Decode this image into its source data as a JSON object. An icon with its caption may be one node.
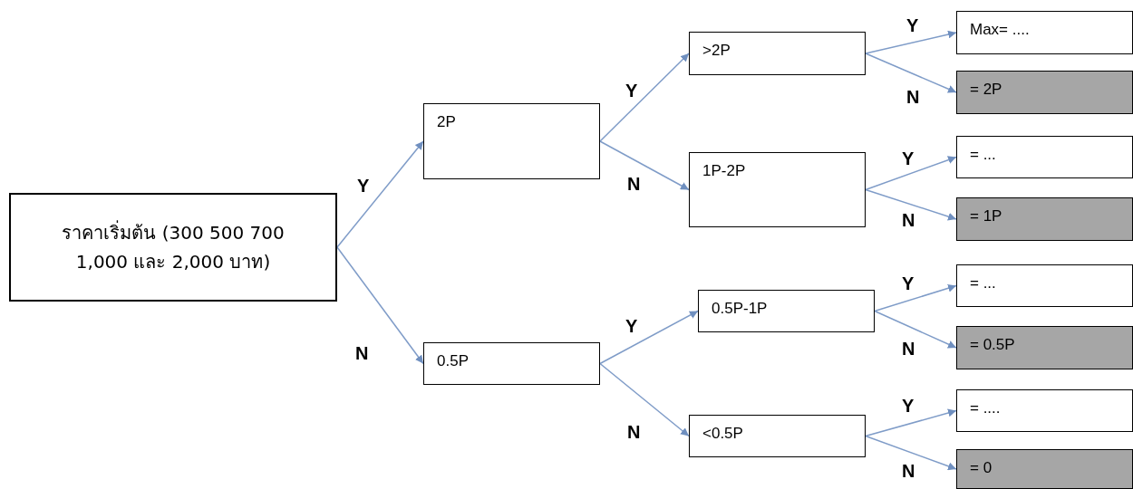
{
  "diagram": {
    "nodes": [
      {
        "text": [
          "ราคาเริ่มต้น (300 500 700 1,000 และ 2,000 บาท)"
        ]
      },
      {
        "text": [
          "2P"
        ]
      },
      {
        "text": [
          "0.5P"
        ]
      },
      {
        "text": [
          ">2P"
        ]
      },
      {
        "text": [
          "1P-2P"
        ]
      },
      {
        "text": [
          "0.5P-1P"
        ]
      },
      {
        "text": [
          "<0.5P"
        ]
      },
      {
        "text": [
          "Max= ...."
        ]
      },
      {
        "text": [
          "= 2P"
        ]
      },
      {
        "text": [
          "= ..."
        ]
      },
      {
        "text": [
          "= 1P"
        ]
      },
      {
        "text": [
          "= ..."
        ]
      },
      {
        "text": [
          "= 0.5P"
        ]
      },
      {
        "text": [
          "= ...."
        ]
      },
      {
        "text": [
          "= 0"
        ]
      }
    ],
    "edges": [
      {
        "from": 0,
        "to": 1,
        "arrow": "to",
        "label": "Y"
      },
      {
        "from": 0,
        "to": 2,
        "arrow": "to",
        "label": "N"
      },
      {
        "from": 1,
        "to": 3,
        "arrow": "to",
        "label": "Y"
      },
      {
        "from": 1,
        "to": 4,
        "arrow": "to",
        "label": "N"
      },
      {
        "from": 2,
        "to": 5,
        "arrow": "to",
        "label": "Y"
      },
      {
        "from": 2,
        "to": 6,
        "arrow": "to",
        "label": "N"
      },
      {
        "from": 3,
        "to": 7,
        "arrow": "to",
        "label": "Y"
      },
      {
        "from": 3,
        "to": 8,
        "arrow": "to",
        "label": "N"
      },
      {
        "from": 4,
        "to": 9,
        "arrow": "to",
        "label": "Y"
      },
      {
        "from": 4,
        "to": 10,
        "arrow": "to",
        "label": "N"
      },
      {
        "from": 5,
        "to": 11,
        "arrow": "to",
        "label": "Y"
      },
      {
        "from": 5,
        "to": 12,
        "arrow": "to",
        "label": "N"
      },
      {
        "from": 6,
        "to": 13,
        "arrow": "to",
        "label": "Y"
      },
      {
        "from": 6,
        "to": 14,
        "arrow": "to",
        "label": "N"
      }
    ]
  }
}
